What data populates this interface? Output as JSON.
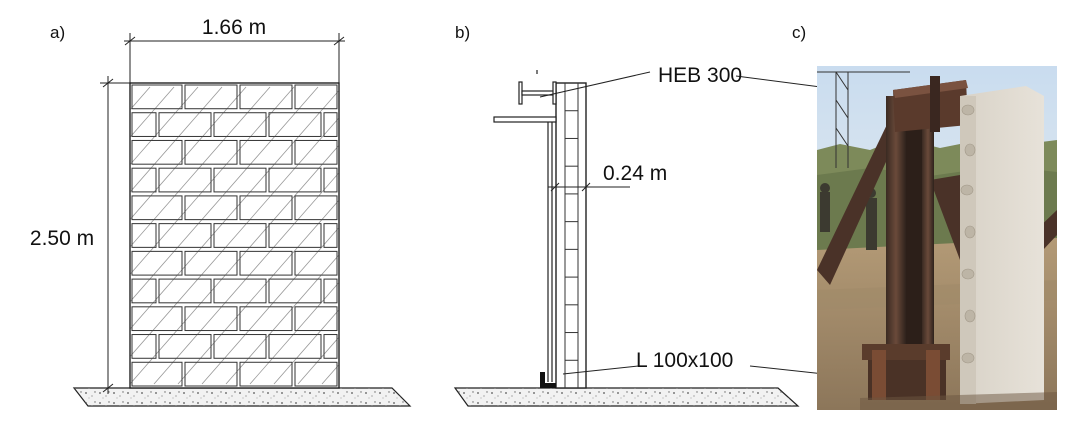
{
  "panels": {
    "a": {
      "label": "a)",
      "width_label": "1.66 m",
      "height_label": "2.50 m"
    },
    "b": {
      "label": "b)",
      "beam_label": "HEB 300",
      "thickness_label": "0.24 m",
      "angle_label": "L 100x100"
    },
    "c": {
      "label": "c)"
    }
  }
}
